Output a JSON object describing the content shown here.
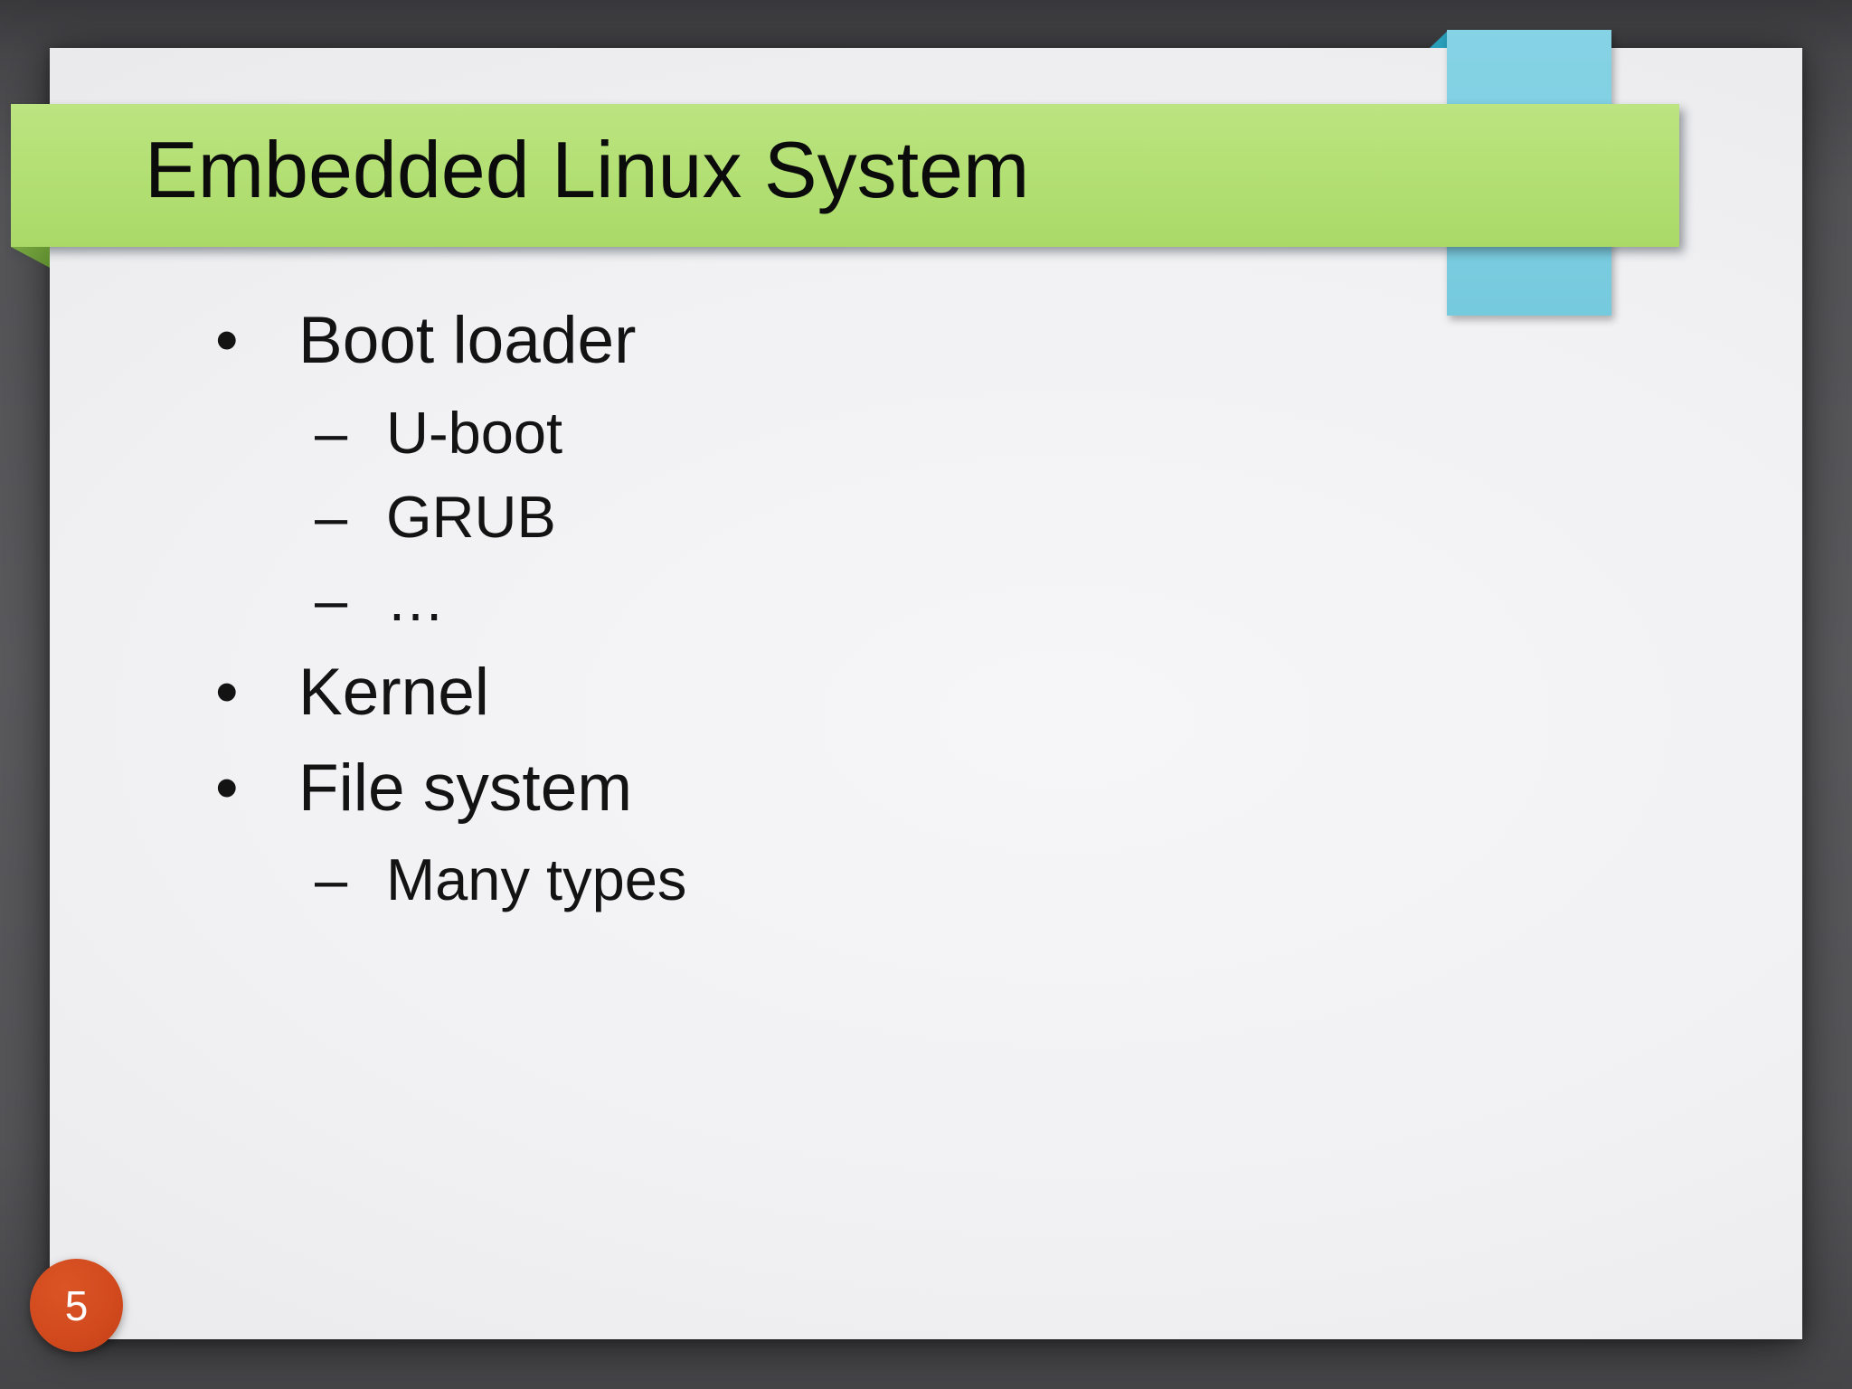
{
  "slide": {
    "banner": {
      "title": "Embedded Linux System",
      "color": "#b2df72",
      "fold_color": "#669434"
    },
    "ribbon": {
      "color": "#7dcfe2",
      "fold_color": "#2a9db8"
    },
    "content": {
      "items": [
        {
          "level": 1,
          "marker": "•",
          "text": "Boot loader"
        },
        {
          "level": 2,
          "marker": "–",
          "text": "U-boot"
        },
        {
          "level": 2,
          "marker": "–",
          "text": "GRUB"
        },
        {
          "level": 2,
          "marker": "–",
          "text": "…"
        },
        {
          "level": 1,
          "marker": "•",
          "text": "Kernel"
        },
        {
          "level": 1,
          "marker": "•",
          "text": "File system"
        },
        {
          "level": 2,
          "marker": "–",
          "text": "Many types"
        }
      ]
    },
    "page_number": {
      "value": "5",
      "badge_color": "#d24a1e"
    },
    "text_color": "#131313",
    "slide_background": "#f0f0f2",
    "desktop_background": "#545457"
  }
}
